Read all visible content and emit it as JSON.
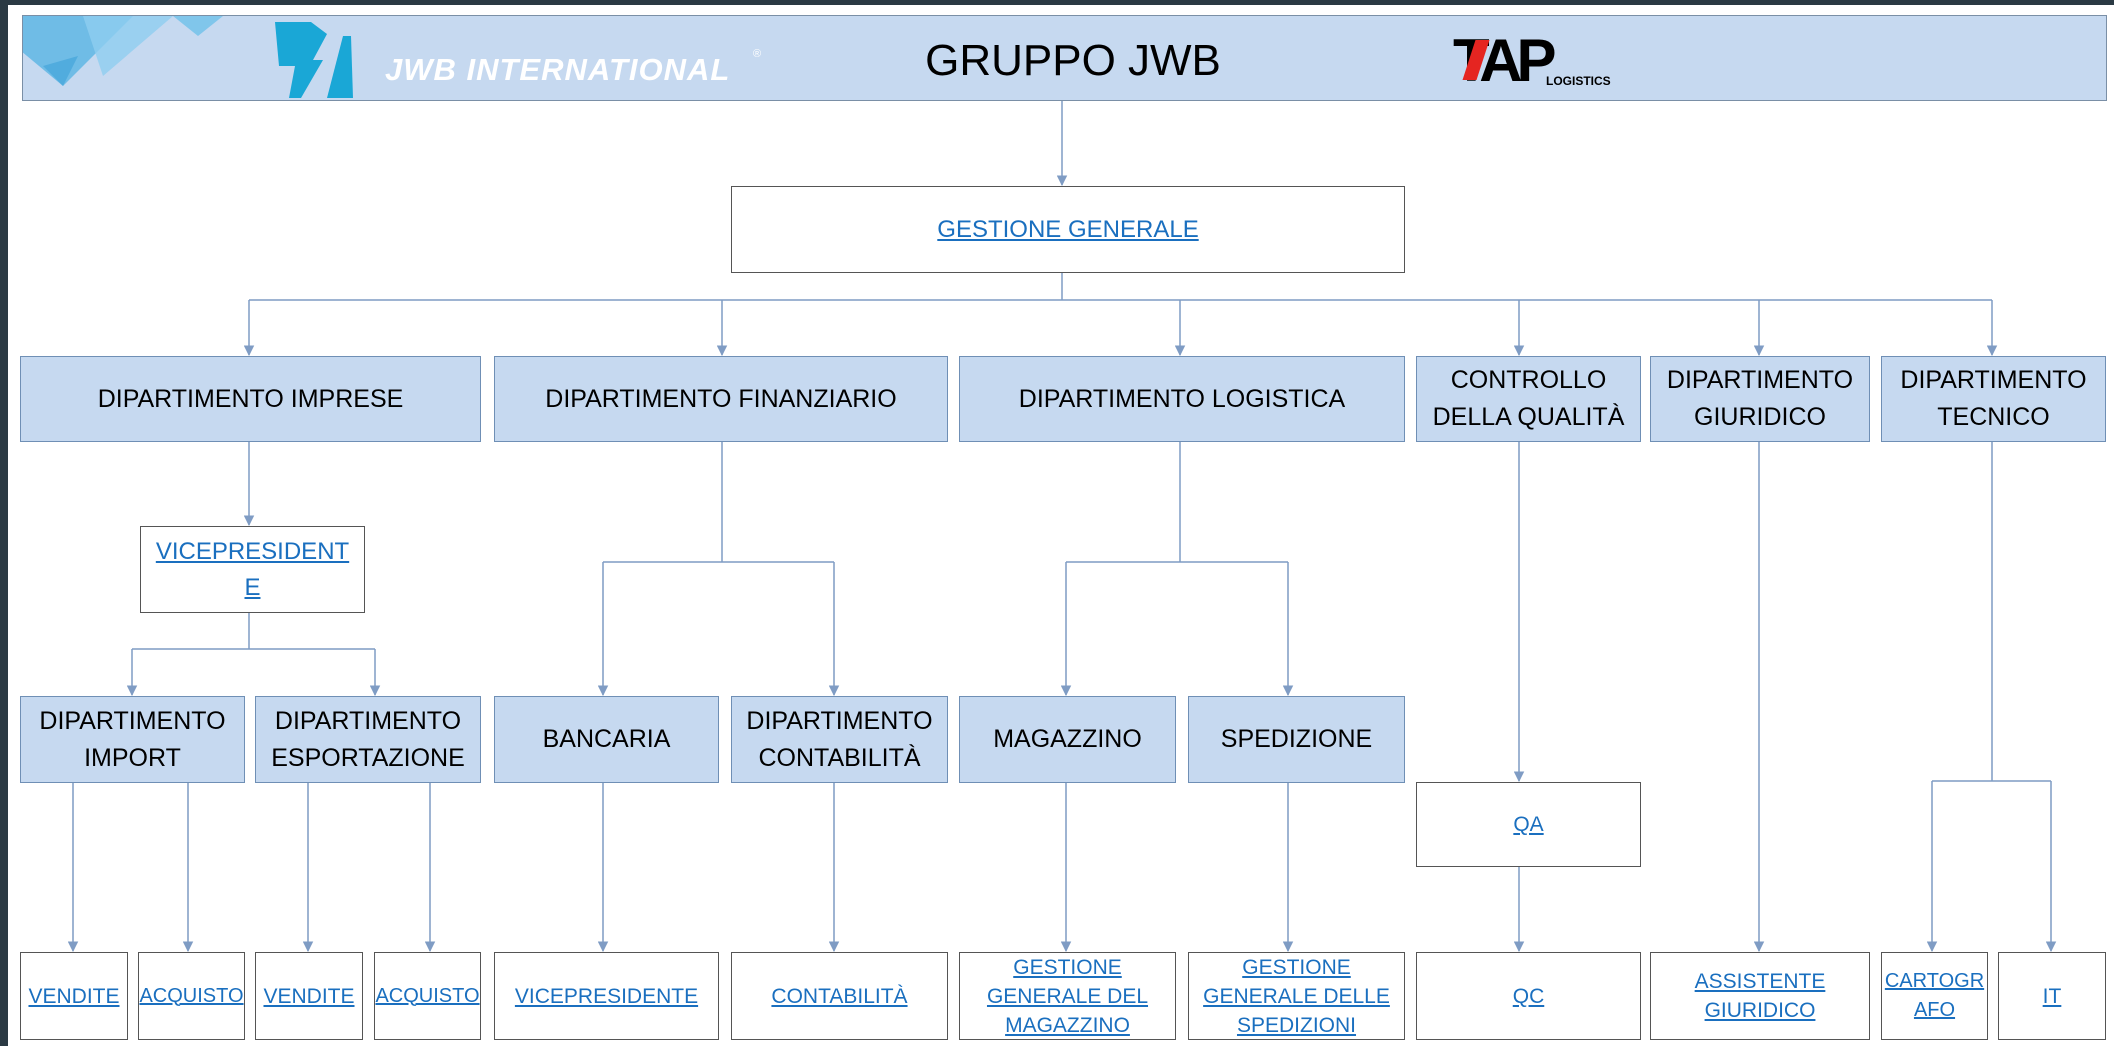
{
  "header": {
    "title": "GRUPPO JWB",
    "left_logo_text": "JWB INTERNATIONAL",
    "left_logo_mark": "®",
    "right_logo_text": "TAP",
    "right_logo_sub": "LOGISTICS"
  },
  "nodes": {
    "root": "GESTIONE GENERALE",
    "dept_imprese": "DIPARTIMENTO IMPRESE",
    "dept_finanziario": "DIPARTIMENTO FINANZIARIO",
    "dept_logistica": "DIPARTIMENTO LOGISTICA",
    "controllo_1": "CONTROLLO",
    "controllo_2": "DELLA QUALITÀ",
    "giuridico_1": "DIPARTIMENTO",
    "giuridico_2": "GIURIDICO",
    "tecnico_1": "DIPARTIMENTO",
    "tecnico_2": "TECNICO",
    "vicepresidente_1": "VICEPRESIDENT",
    "vicepresidente_2": "E",
    "import_1": "DIPARTIMENTO",
    "import_2": "IMPORT",
    "esportazione_1": "DIPARTIMENTO",
    "esportazione_2": "ESPORTAZIONE",
    "bancaria": "BANCARIA",
    "contabilita_dept_1": "DIPARTIMENTO",
    "contabilita_dept_2": "CONTABILITÀ",
    "magazzino": "MAGAZZINO",
    "spedizione": "SPEDIZIONE",
    "qa": "QA",
    "vendite_1": "VENDITE",
    "acquisto_1": "ACQUISTO",
    "vendite_2": "VENDITE",
    "acquisto_2": "ACQUISTO",
    "vicepresidente_leaf": "VICEPRESIDENTE",
    "contabilita_leaf": "CONTABILITÀ",
    "gest_mag_1": "GESTIONE",
    "gest_mag_2": "GENERALE DEL",
    "gest_mag_3": "MAGAZZINO",
    "gest_sped_1": "GESTIONE",
    "gest_sped_2": "GENERALE DELLE",
    "gest_sped_3": "SPEDIZIONI",
    "qc": "QC",
    "assistente_1": "ASSISTENTE",
    "assistente_2": "GIURIDICO",
    "cartografo_1": "CARTOGR",
    "cartografo_2": "AFO",
    "it": "IT"
  },
  "colors": {
    "box_fill": "#c6d9f0",
    "box_border": "#6f8fb5",
    "link": "#1a6fbf",
    "connector": "#7f9cc4",
    "frame": "#2b3a44"
  }
}
